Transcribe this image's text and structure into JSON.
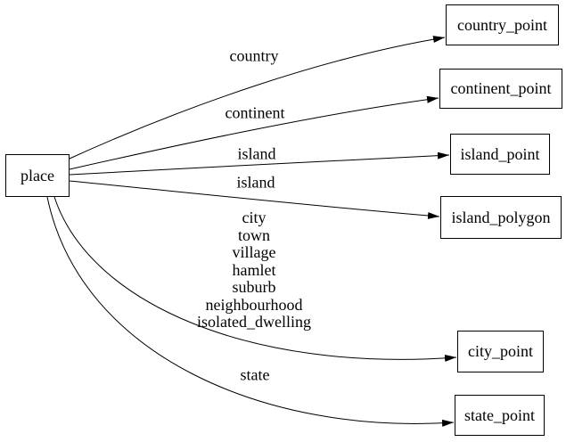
{
  "diagram": {
    "type": "graphviz-digraph",
    "background_color": "#ffffff",
    "line_color": "#000000",
    "node_fill": "#ffffff",
    "nodes": {
      "place": {
        "label": "place"
      },
      "country_point": {
        "label": "country_point"
      },
      "continent_point": {
        "label": "continent_point"
      },
      "island_point": {
        "label": "island_point"
      },
      "island_polygon": {
        "label": "island_polygon"
      },
      "city_point": {
        "label": "city_point"
      },
      "state_point": {
        "label": "state_point"
      }
    },
    "edges": {
      "country": {
        "from": "place",
        "to": "country_point",
        "label": "country"
      },
      "continent": {
        "from": "place",
        "to": "continent_point",
        "label": "continent"
      },
      "island_a": {
        "from": "place",
        "to": "island_point",
        "label": "island"
      },
      "island_b": {
        "from": "place",
        "to": "island_polygon",
        "label": "island"
      },
      "city": {
        "from": "place",
        "to": "city_point",
        "label_lines": [
          "city",
          "town",
          "village",
          "hamlet",
          "suburb",
          "neighbourhood",
          "isolated_dwelling"
        ]
      },
      "state": {
        "from": "place",
        "to": "state_point",
        "label": "state"
      }
    }
  }
}
